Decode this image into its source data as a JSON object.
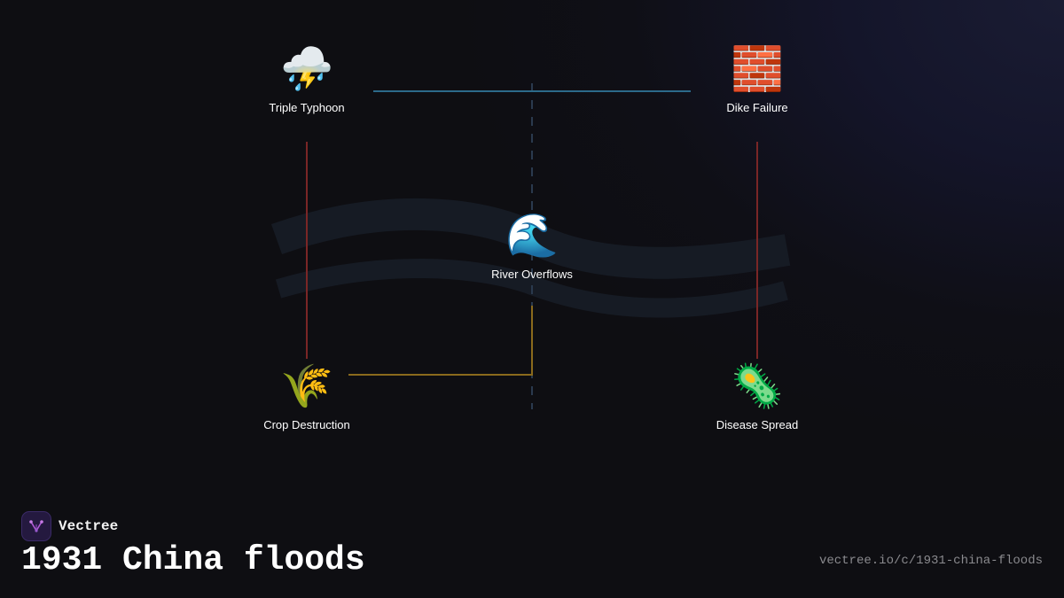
{
  "diagram": {
    "nodes": [
      {
        "id": "triple-typhoon",
        "label": "Triple Typhoon",
        "icon": "⛈️",
        "icon_name": "thunderstorm-icon"
      },
      {
        "id": "dike-failure",
        "label": "Dike Failure",
        "icon": "🧱",
        "icon_name": "brick-wall-icon"
      },
      {
        "id": "river-overflows",
        "label": "River Overflows",
        "icon": "🌊",
        "icon_name": "wave-icon"
      },
      {
        "id": "crop-destruction",
        "label": "Crop Destruction",
        "icon": "🌾",
        "icon_name": "rice-sheaf-icon"
      },
      {
        "id": "disease-spread",
        "label": "Disease Spread",
        "icon": "🦠",
        "icon_name": "microbe-icon"
      }
    ],
    "edges": [
      {
        "from": "triple-typhoon",
        "to": "dike-failure",
        "color": "#2c6a8a"
      },
      {
        "from": "triple-typhoon",
        "to": "crop-destruction",
        "color": "#7a2626"
      },
      {
        "from": "dike-failure",
        "to": "disease-spread",
        "color": "#7a2626"
      },
      {
        "from": "river-overflows",
        "to": "crop-destruction",
        "color": "#8a6a1c"
      }
    ],
    "colors": {
      "background": "#0e0e12",
      "river_band": "#161b24",
      "center_dashes": "#2a3a4e"
    }
  },
  "brand": {
    "name": "Vectree",
    "logo_color": "#24193f",
    "logo_accent": "#b05ad6"
  },
  "page": {
    "title": "1931 China floods",
    "url": "vectree.io/c/1931-china-floods"
  }
}
